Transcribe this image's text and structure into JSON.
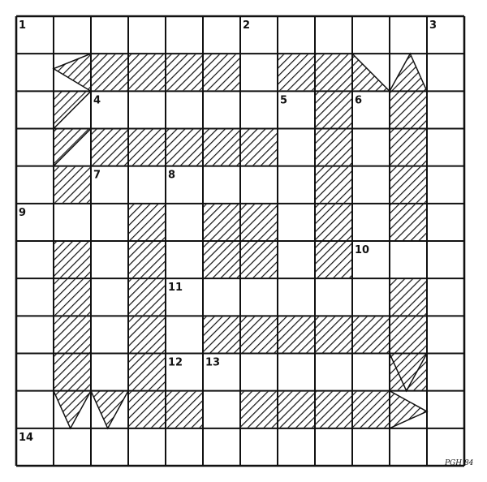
{
  "puzzle": {
    "type": "crossword-grid",
    "rows": 12,
    "cols": 12,
    "ink": "#111111",
    "paper": "#ffffff",
    "clue_numbers": [
      {
        "n": "1",
        "row": 0,
        "col": 0
      },
      {
        "n": "2",
        "row": 0,
        "col": 6
      },
      {
        "n": "3",
        "row": 0,
        "col": 11
      },
      {
        "n": "4",
        "row": 2,
        "col": 2
      },
      {
        "n": "5",
        "row": 2,
        "col": 7
      },
      {
        "n": "6",
        "row": 2,
        "col": 9
      },
      {
        "n": "7",
        "row": 4,
        "col": 2
      },
      {
        "n": "8",
        "row": 4,
        "col": 4
      },
      {
        "n": "9",
        "row": 5,
        "col": 0
      },
      {
        "n": "10",
        "row": 6,
        "col": 9
      },
      {
        "n": "11",
        "row": 7,
        "col": 4
      },
      {
        "n": "12",
        "row": 9,
        "col": 4
      },
      {
        "n": "13",
        "row": 9,
        "col": 5
      },
      {
        "n": "14",
        "row": 11,
        "col": 0
      }
    ],
    "hatched_cells": [
      [
        1,
        2
      ],
      [
        1,
        3
      ],
      [
        1,
        4
      ],
      [
        1,
        5
      ],
      [
        1,
        7
      ],
      [
        1,
        8
      ],
      [
        2,
        8
      ],
      [
        2,
        10
      ],
      [
        3,
        2
      ],
      [
        3,
        3
      ],
      [
        3,
        4
      ],
      [
        3,
        5
      ],
      [
        3,
        6
      ],
      [
        3,
        8
      ],
      [
        3,
        10
      ],
      [
        4,
        1
      ],
      [
        4,
        8
      ],
      [
        4,
        10
      ],
      [
        5,
        3
      ],
      [
        5,
        5
      ],
      [
        5,
        6
      ],
      [
        5,
        8
      ],
      [
        5,
        10
      ],
      [
        6,
        1
      ],
      [
        6,
        3
      ],
      [
        6,
        5
      ],
      [
        6,
        6
      ],
      [
        6,
        8
      ],
      [
        7,
        1
      ],
      [
        7,
        3
      ],
      [
        7,
        10
      ],
      [
        8,
        1
      ],
      [
        8,
        3
      ],
      [
        8,
        5
      ],
      [
        8,
        6
      ],
      [
        8,
        7
      ],
      [
        8,
        8
      ],
      [
        8,
        9
      ],
      [
        8,
        10
      ],
      [
        9,
        1
      ],
      [
        9,
        3
      ],
      [
        9,
        10
      ],
      [
        10,
        3
      ],
      [
        10,
        4
      ],
      [
        10,
        6
      ],
      [
        10,
        7
      ],
      [
        10,
        8
      ],
      [
        10,
        9
      ]
    ],
    "hatched_triangles": [
      {
        "row": 1,
        "col": 1,
        "corner": "right-half"
      },
      {
        "row": 1,
        "col": 9,
        "corner": "bottom-left"
      },
      {
        "row": 1,
        "col": 10,
        "corner": "bottom-triangle"
      },
      {
        "row": 2,
        "col": 1,
        "corner": "top-right"
      },
      {
        "row": 2,
        "col": 9,
        "corner": "none"
      },
      {
        "row": 3,
        "col": 1,
        "corner": "top-right"
      },
      {
        "row": 9,
        "col": 10,
        "corner": "top-left"
      },
      {
        "row": 10,
        "col": 1,
        "corner": "top-left"
      },
      {
        "row": 10,
        "col": 2,
        "corner": "top-left"
      },
      {
        "row": 10,
        "col": 10,
        "corner": "left-half"
      }
    ],
    "signature": "PGH 84"
  }
}
